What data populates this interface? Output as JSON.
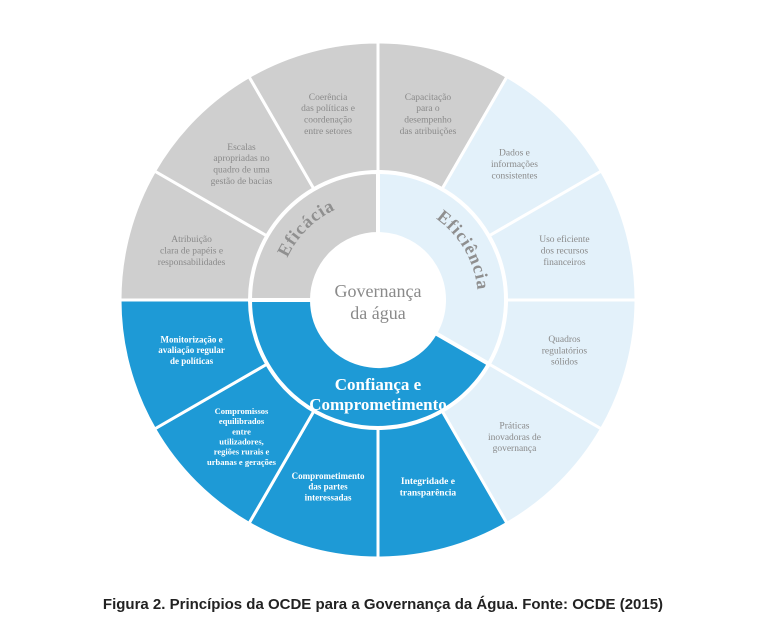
{
  "center": {
    "label": [
      "Governança",
      "da água"
    ]
  },
  "dimensions": [
    {
      "id": "eficacia",
      "label": "Eficácia",
      "color": "#cfcfcf"
    },
    {
      "id": "eficiencia",
      "label": "Eficiência",
      "color": "#e3f1fa"
    },
    {
      "id": "confianca",
      "label": [
        "Confiança e",
        "Comprometimento"
      ],
      "color": "#1e9ad6"
    }
  ],
  "principles": [
    {
      "group": "eficacia",
      "lines": [
        "Capacitação",
        "para o",
        "desempenho",
        "das atribuições"
      ]
    },
    {
      "group": "eficiencia",
      "lines": [
        "Dados e",
        "informações",
        "consistentes"
      ]
    },
    {
      "group": "eficiencia",
      "lines": [
        "Uso eficiente",
        "dos recursos",
        "financeiros"
      ]
    },
    {
      "group": "eficiencia",
      "lines": [
        "Quadros",
        "regulatórios",
        "sólidos"
      ]
    },
    {
      "group": "eficiencia",
      "lines": [
        "Práticas",
        "inovadoras de",
        "governança"
      ]
    },
    {
      "group": "confianca",
      "lines": [
        "Integridade e",
        "transparência"
      ]
    },
    {
      "group": "confianca",
      "lines": [
        "Comprometimento",
        "das partes",
        "interessadas"
      ]
    },
    {
      "group": "confianca",
      "lines": [
        "Compromissos",
        "equilibrados",
        "entre",
        "utilizadores,",
        "regiões rurais e",
        "urbanas e gerações"
      ]
    },
    {
      "group": "confianca",
      "lines": [
        "Monitorização e",
        "avaliação regular",
        "de políticas"
      ]
    },
    {
      "group": "eficacia",
      "lines": [
        "Atribuição",
        "clara de papéis e",
        "responsabilidades"
      ]
    },
    {
      "group": "eficacia",
      "lines": [
        "Escalas",
        "apropriadas no",
        "quadro de uma",
        "gestão de bacias"
      ]
    },
    {
      "group": "eficacia",
      "lines": [
        "Coerência",
        "das políticas e",
        "coordenação",
        "entre setores"
      ]
    }
  ],
  "caption": "Figura 2. Princípios da OCDE para a Governança da Água. Fonte: OCDE (2015)"
}
